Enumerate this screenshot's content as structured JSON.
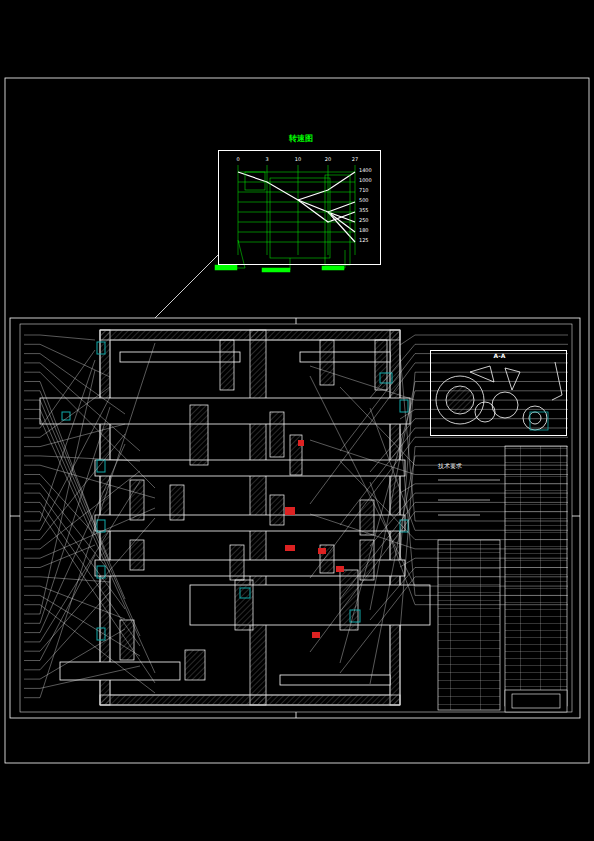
{
  "diagram": {
    "nodes": [
      {
        "text": [
          "转速图"
        ]
      },
      {
        "text": [
          "A-A"
        ]
      }
    ],
    "labels": [
      "0",
      "3",
      "10",
      "20",
      "27",
      "1400",
      "1000",
      "710",
      "500",
      "355",
      "250",
      "180",
      "125",
      "技术要求"
    ]
  }
}
